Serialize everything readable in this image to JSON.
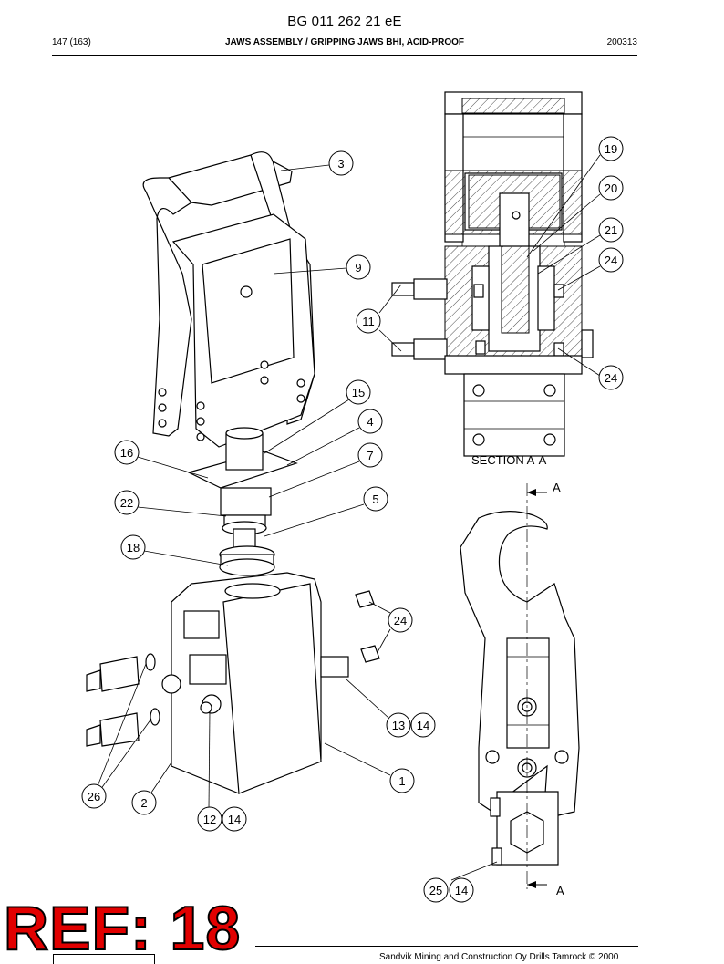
{
  "document": {
    "title": "BG 011 262 21 eE",
    "page": "147 (163)",
    "section_title": "JAWS ASSEMBLY / GRIPPING JAWS BHI, ACID-PROOF",
    "date_code": "200313",
    "footer": "Sandvik Mining and Construction Oy Drills Tamrock © 2000",
    "ref_stamp": "REF: 18"
  },
  "drawing": {
    "section_label": "SECTION A-A",
    "section_marker": "A",
    "callouts": [
      "3",
      "9",
      "19",
      "20",
      "21",
      "24",
      "11",
      "24",
      "15",
      "4",
      "16",
      "7",
      "22",
      "5",
      "18",
      "24",
      "13",
      "14",
      "1",
      "26",
      "2",
      "12",
      "14",
      "25",
      "14"
    ]
  }
}
